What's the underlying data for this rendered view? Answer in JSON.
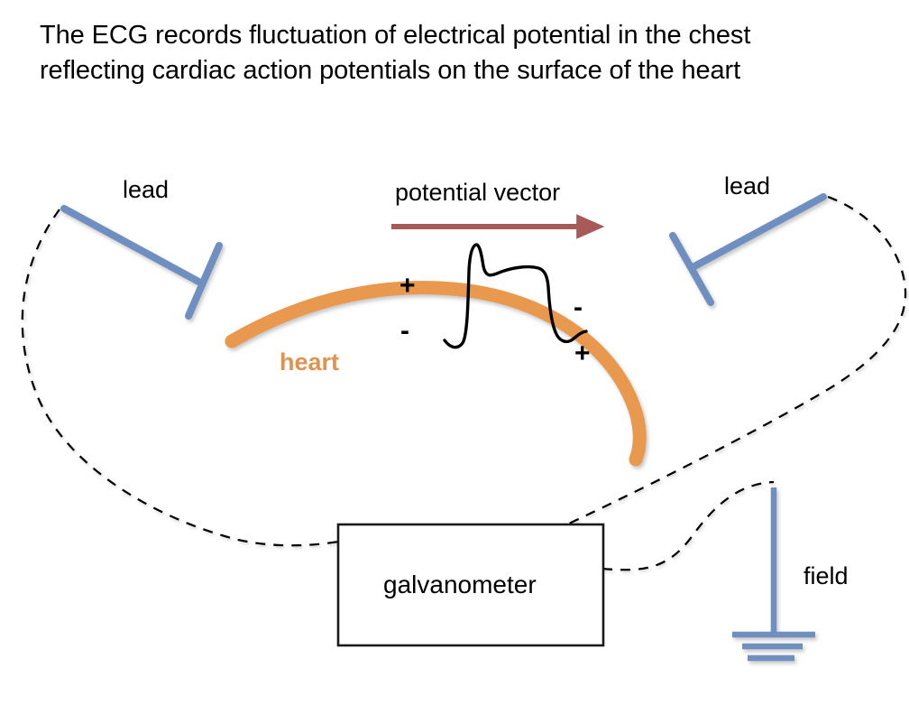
{
  "title": {
    "line1": "The ECG records fluctuation of electrical potential in the chest",
    "line2": "reflecting cardiac action potentials on the surface of the heart"
  },
  "labels": {
    "lead_left": "lead",
    "lead_right": "lead",
    "potential_vector": "potential vector",
    "heart": "heart",
    "galvanometer": "galvanometer",
    "field": "field"
  },
  "polarity_signs": {
    "left_above_curve": "+",
    "left_below_curve": "-",
    "right_above_curve": "-",
    "right_below_curve": "+"
  },
  "colors": {
    "lead_blue": "#6E8FBF",
    "heart_orange": "#E8994D",
    "heart_label_orange": "#E0934F",
    "vector_red": "#A85A58",
    "body_outline": "#000000",
    "galvanometer_border": "#1A1A1A",
    "waveform": "#000000",
    "background": "#FFFFFF"
  },
  "elements": {
    "body_outline_style": "dashed",
    "galvanometer_shape": "rectangle",
    "field_symbol": "electrical-ground",
    "waveform_shape": "cardiac-action-potential",
    "vector_arrow_direction": "right"
  }
}
